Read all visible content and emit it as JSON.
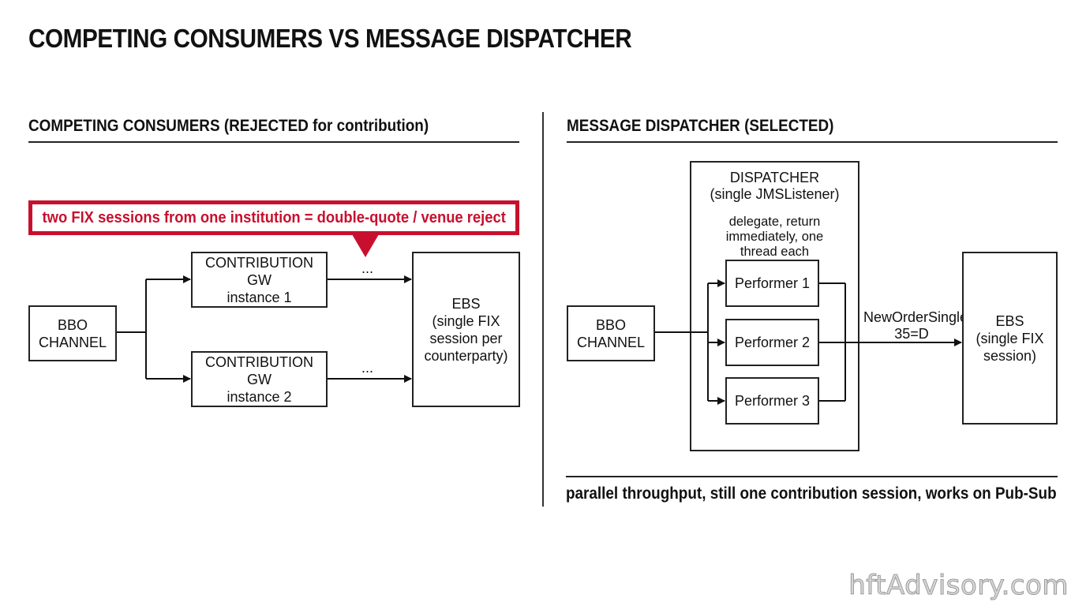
{
  "title": "COMPETING CONSUMERS VS MESSAGE DISPATCHER",
  "left": {
    "heading": "COMPETING CONSUMERS (REJECTED for contribution)",
    "callout": "two FIX sessions from one institution = double-quote / venue reject",
    "source": "BBO\nCHANNEL",
    "gw1": "CONTRIBUTION GW\ninstance 1",
    "gw2": "CONTRIBUTION GW\ninstance 2",
    "ellipsis": "...",
    "target": "EBS\n(single FIX\nsession per\ncounterparty)"
  },
  "right": {
    "heading": "MESSAGE DISPATCHER (SELECTED)",
    "source": "BBO\nCHANNEL",
    "dispatcher_title": "DISPATCHER\n(single JMSListener)",
    "dispatcher_note": "delegate, return\nimmediately, one\nthread each",
    "performers": [
      "Performer 1",
      "Performer 2",
      "Performer 3"
    ],
    "edge_label": "NewOrderSingle\n35=D",
    "target": "EBS\n(single FIX\nsession)",
    "footer": "parallel throughput, still one contribution session, works on Pub-Sub"
  },
  "watermark": "hftAdvisory.com",
  "colors": {
    "accent": "#c8102e",
    "ink": "#222222"
  }
}
